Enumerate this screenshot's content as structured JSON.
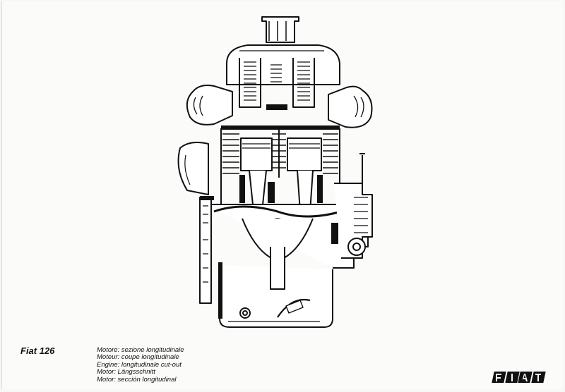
{
  "caption": {
    "model": "Fiat 126",
    "lines": [
      "Motore: sezione longitudinale",
      "Moteur: coupe longitudinale",
      "Engine: longitudinale cut-out",
      "Motor: Längsschnitt",
      "Motor: sección longitudinal"
    ]
  },
  "logo": {
    "text": "FIAT",
    "color": "#111111"
  },
  "illustration": {
    "icon": "engine-cutaway-drawing",
    "ink_color": "#111111",
    "paper_color": "#fbfbfa"
  }
}
